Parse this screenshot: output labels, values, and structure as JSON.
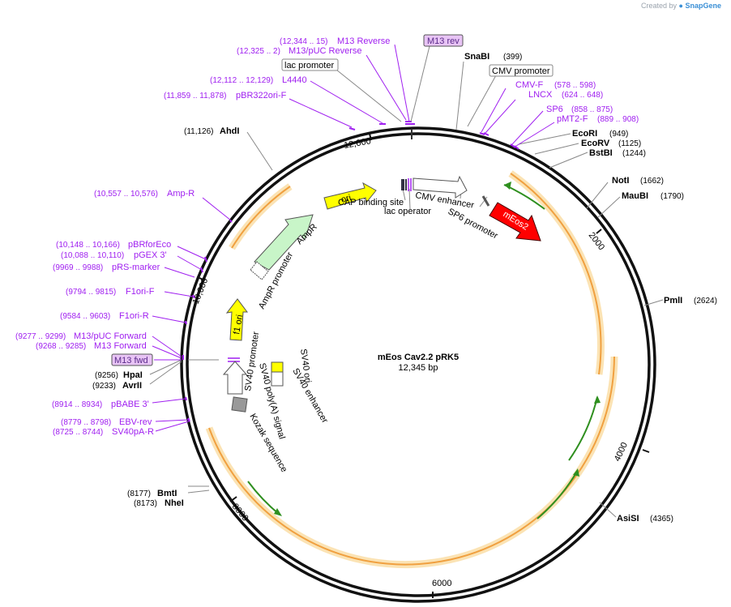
{
  "credit": {
    "prefix": "Created by",
    "brand": "SnapGene"
  },
  "plasmid": {
    "name": "mEos Cav2.2 pRK5",
    "length_label": "12,345 bp"
  },
  "ticks": [
    "2000",
    "4000",
    "6000",
    "8000",
    "10,000",
    "12,000"
  ],
  "sites": [
    {
      "name": "SnaBI",
      "pos": "(399)"
    },
    {
      "name": "EcoRI",
      "pos": "(949)"
    },
    {
      "name": "EcoRV",
      "pos": "(1125)"
    },
    {
      "name": "BstBI",
      "pos": "(1244)"
    },
    {
      "name": "NotI",
      "pos": "(1662)"
    },
    {
      "name": "MauBI",
      "pos": "(1790)"
    },
    {
      "name": "PmlI",
      "pos": "(2624)"
    },
    {
      "name": "AsiSI",
      "pos": "(4365)"
    },
    {
      "name": "BmtI",
      "pos": "(8177)"
    },
    {
      "name": "NheI",
      "pos": "(8173)"
    },
    {
      "name": "HpaI",
      "pos": "(9256)"
    },
    {
      "name": "AvrII",
      "pos": "(9233)"
    },
    {
      "name": "AhdI",
      "pos": "(11,126)"
    }
  ],
  "primers": [
    {
      "name": "M13 Reverse",
      "pos": "(12,344 .. 15)"
    },
    {
      "name": "M13/pUC Reverse",
      "pos": "(12,325 .. 2)"
    },
    {
      "name": "L4440",
      "pos": "(12,112 .. 12,129)"
    },
    {
      "name": "pBR322ori-F",
      "pos": "(11,859 .. 11,878)"
    },
    {
      "name": "CMV-F",
      "pos": "(578 .. 598)"
    },
    {
      "name": "LNCX",
      "pos": "(624 .. 648)"
    },
    {
      "name": "SP6",
      "pos": "(858 .. 875)"
    },
    {
      "name": "pMT2-F",
      "pos": "(889 .. 908)"
    },
    {
      "name": "Amp-R",
      "pos": "(10,557 .. 10,576)"
    },
    {
      "name": "pBRforEco",
      "pos": "(10,148 .. 10,166)"
    },
    {
      "name": "pGEX 3'",
      "pos": "(10,088 .. 10,110)"
    },
    {
      "name": "pRS-marker",
      "pos": "(9969 .. 9988)"
    },
    {
      "name": "F1ori-F",
      "pos": "(9794 .. 9815)"
    },
    {
      "name": "F1ori-R",
      "pos": "(9584 .. 9603)"
    },
    {
      "name": "M13/pUC Forward",
      "pos": "(9277 .. 9299)"
    },
    {
      "name": "M13 Forward",
      "pos": "(9268 .. 9285)"
    },
    {
      "name": "pBABE 3'",
      "pos": "(8914 .. 8934)"
    },
    {
      "name": "EBV-rev",
      "pos": "(8779 .. 8798)"
    },
    {
      "name": "SV40pA-R",
      "pos": "(8725 .. 8744)"
    }
  ],
  "boxed": {
    "m13rev": "M13 rev",
    "lac_promoter": "lac promoter",
    "cmv_promoter": "CMV promoter",
    "m13fwd": "M13 fwd"
  },
  "features": {
    "ori": "ori",
    "f1ori": "f1 ori",
    "meos2": "mEos2",
    "ampr": "AmpR",
    "ampr_promoter": "AmpR promoter",
    "cap_site": "CAP binding site",
    "lac_operator": "lac operator",
    "cmv_enhancer": "CMV enhancer",
    "sp6_promoter": "SP6 promoter",
    "sv40_ori": "SV40 ori",
    "sv40_enhancer": "SV40 enhancer",
    "sv40_promoter": "SV40 promoter",
    "sv40_polya": "SV40 poly(A) signal",
    "kozak": "Kozak sequence"
  },
  "colors": {
    "backbone": "#111111",
    "primer": "#a020f0",
    "orf_outline": "#f0a040",
    "orf_glow": "#fbe3b4",
    "orf_arrow": "#2f8f1f",
    "ori": "#ffff00",
    "meos2": "#ff0000",
    "ampr": "#c8f5c8",
    "boxed_fill": "#e8c4f5"
  }
}
